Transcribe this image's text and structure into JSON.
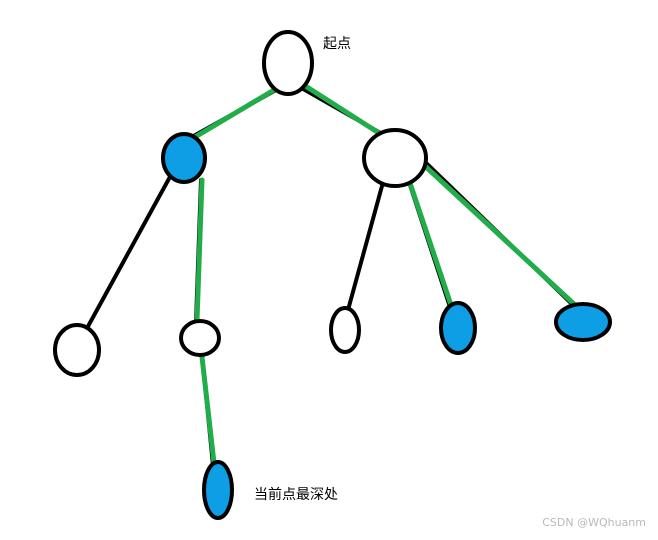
{
  "labels": {
    "start": "起点",
    "deepest": "当前点最深处"
  },
  "watermark": "CSDN @WQhuanm",
  "colors": {
    "visited_fill": "#0d9ee6",
    "unvisited_fill": "#ffffff",
    "tree_edge": "#000000",
    "dfs_path": "#22ad4b"
  },
  "nodes": [
    {
      "id": "root",
      "state": "unvisited"
    },
    {
      "id": "left-child",
      "state": "visited"
    },
    {
      "id": "right-child",
      "state": "unvisited"
    },
    {
      "id": "left-left-leaf",
      "state": "unvisited"
    },
    {
      "id": "left-right-node",
      "state": "unvisited"
    },
    {
      "id": "right-left-leaf",
      "state": "unvisited"
    },
    {
      "id": "right-middle-leaf",
      "state": "visited"
    },
    {
      "id": "right-right-leaf",
      "state": "visited"
    },
    {
      "id": "deepest-node",
      "state": "visited"
    }
  ]
}
